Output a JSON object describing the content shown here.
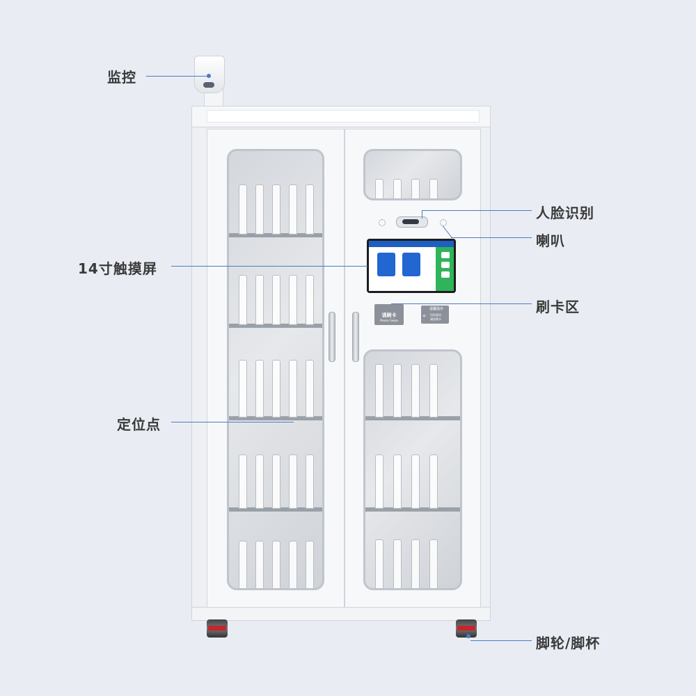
{
  "labels": {
    "monitor": "监控",
    "face_recognition": "人脸识别",
    "speaker": "喇叭",
    "touchscreen": "14寸触摸屏",
    "card_area": "刷卡区",
    "positioning_point": "定位点",
    "casters": "脚轮/脚杯"
  },
  "card_reader": {
    "title": "请刷卡",
    "subtitle": "Please Swipe"
  },
  "notice_panel": {
    "title": "温馨提示",
    "line1": "识别身份",
    "line2": "请先刷卡"
  },
  "colors": {
    "background": "#e9edf3",
    "leader_line": "#4a7cc4",
    "screen_primary": "#1f5fbf",
    "screen_side": "#2fb45a"
  }
}
